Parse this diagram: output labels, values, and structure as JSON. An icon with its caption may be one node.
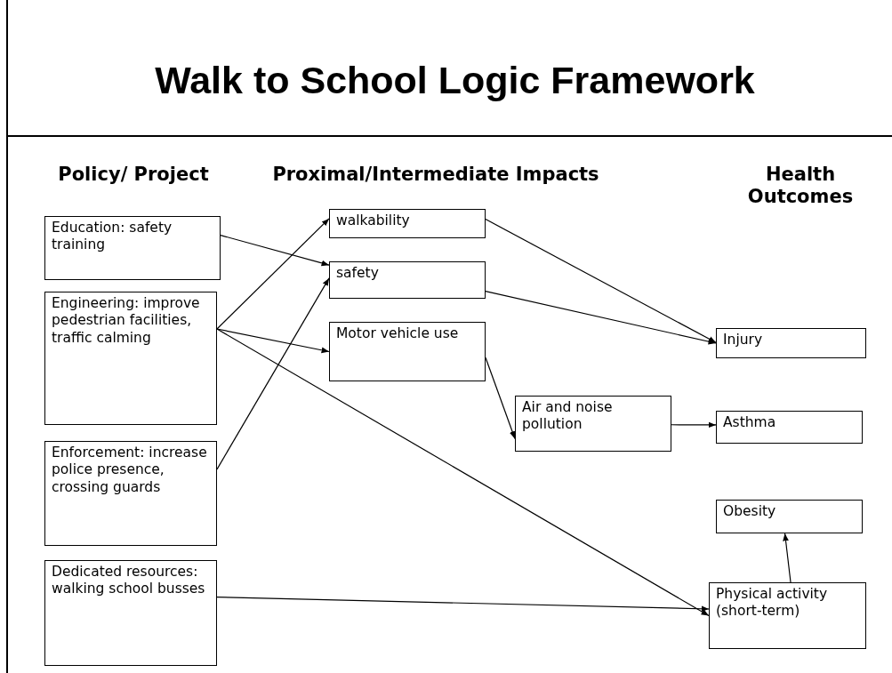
{
  "diagram": {
    "title": "Walk to School Logic Framework",
    "nodes": [
      {
        "text": [
          "Education: safety training"
        ]
      },
      {
        "text": [
          "Engineering: improve pedestrian facilities, traffic calming"
        ]
      },
      {
        "text": [
          "Enforcement: increase police presence, crossing guards"
        ]
      },
      {
        "text": [
          "Dedicated resources: walking school busses"
        ]
      },
      {
        "text": [
          "walkability"
        ]
      },
      {
        "text": [
          "safety"
        ]
      },
      {
        "text": [
          "Motor vehicle use"
        ]
      },
      {
        "text": [
          "Air and noise pollution"
        ]
      },
      {
        "text": [
          "Injury"
        ]
      },
      {
        "text": [
          "Asthma"
        ]
      },
      {
        "text": [
          "Obesity"
        ]
      },
      {
        "text": [
          "Physical activity (short-term)"
        ]
      }
    ],
    "edges": [
      {
        "from": 0,
        "to": 5,
        "arrow": "to"
      },
      {
        "from": 1,
        "to": 4,
        "arrow": "to"
      },
      {
        "from": 1,
        "to": 6,
        "arrow": "to"
      },
      {
        "from": 1,
        "to": 11,
        "arrow": "to"
      },
      {
        "from": 2,
        "to": 5,
        "arrow": "to"
      },
      {
        "from": 3,
        "to": 11,
        "arrow": "to"
      },
      {
        "from": 4,
        "to": 8,
        "arrow": "to"
      },
      {
        "from": 5,
        "to": 8,
        "arrow": "to"
      },
      {
        "from": 6,
        "to": 7,
        "arrow": "to"
      },
      {
        "from": 7,
        "to": 9,
        "arrow": "to"
      },
      {
        "from": 11,
        "to": 10,
        "arrow": "to"
      }
    ],
    "labels": [
      "Policy/ Project",
      "Proximal/Intermediate Impacts",
      "Health Outcomes"
    ]
  }
}
